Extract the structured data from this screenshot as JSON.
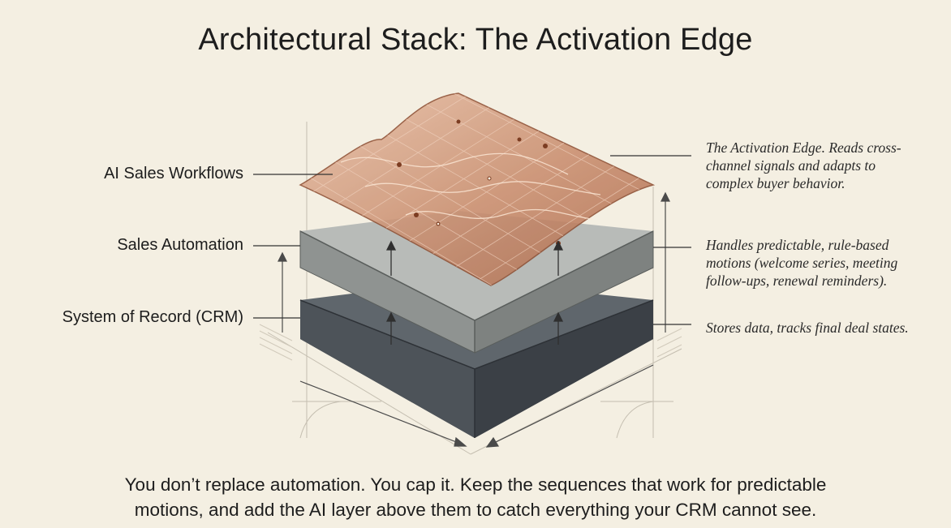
{
  "title": "Architectural Stack: The Activation Edge",
  "layers": [
    {
      "label": "AI Sales Workflows",
      "note": "The Activation Edge. Reads cross-channel signals and adapts to complex buyer behavior."
    },
    {
      "label": "Sales Automation",
      "note": "Handles predictable, rule-based motions (welcome series, meeting follow-ups, renewal reminders)."
    },
    {
      "label": "System of Record (CRM)",
      "note": "Stores data, tracks final deal states."
    }
  ],
  "footer": {
    "line1": "You don’t replace automation. You cap it. Keep the sequences that work for predictable",
    "line2": "motions, and add the AI layer above them to catch everything your CRM cannot see."
  },
  "colors": {
    "background": "#f4efe2",
    "ai_layer": "#c98d6e",
    "automation_layer": "#a9acaa",
    "crm_layer": "#4d5359"
  }
}
